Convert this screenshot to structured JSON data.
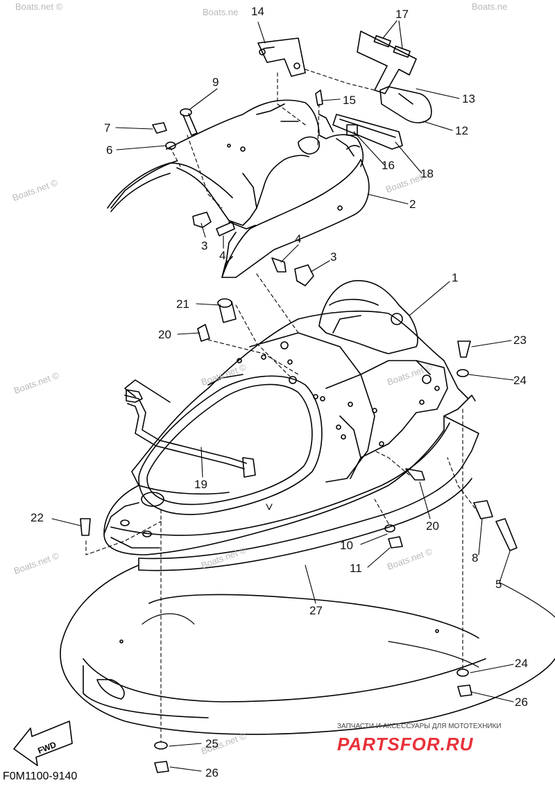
{
  "diagram_code": "F0M1100-9140",
  "watermark": "Boats.net ©",
  "watermark_short": "Boats.ne",
  "fwd_label": "FWD",
  "brand": {
    "subtitle": "ЗАПЧАСТИ И АКСЕССУАРЫ ДЛЯ МОТОТЕХНИКИ",
    "name": "PARTSFOR.RU",
    "color": "#e8313a"
  },
  "callouts": [
    "14",
    "17",
    "15",
    "13",
    "12",
    "9",
    "7",
    "6",
    "16",
    "18",
    "2",
    "3",
    "4",
    "4",
    "3",
    "1",
    "21",
    "20",
    "23",
    "24",
    "19",
    "22",
    "20",
    "10",
    "11",
    "8",
    "5",
    "27",
    "24",
    "26",
    "25",
    "26"
  ]
}
